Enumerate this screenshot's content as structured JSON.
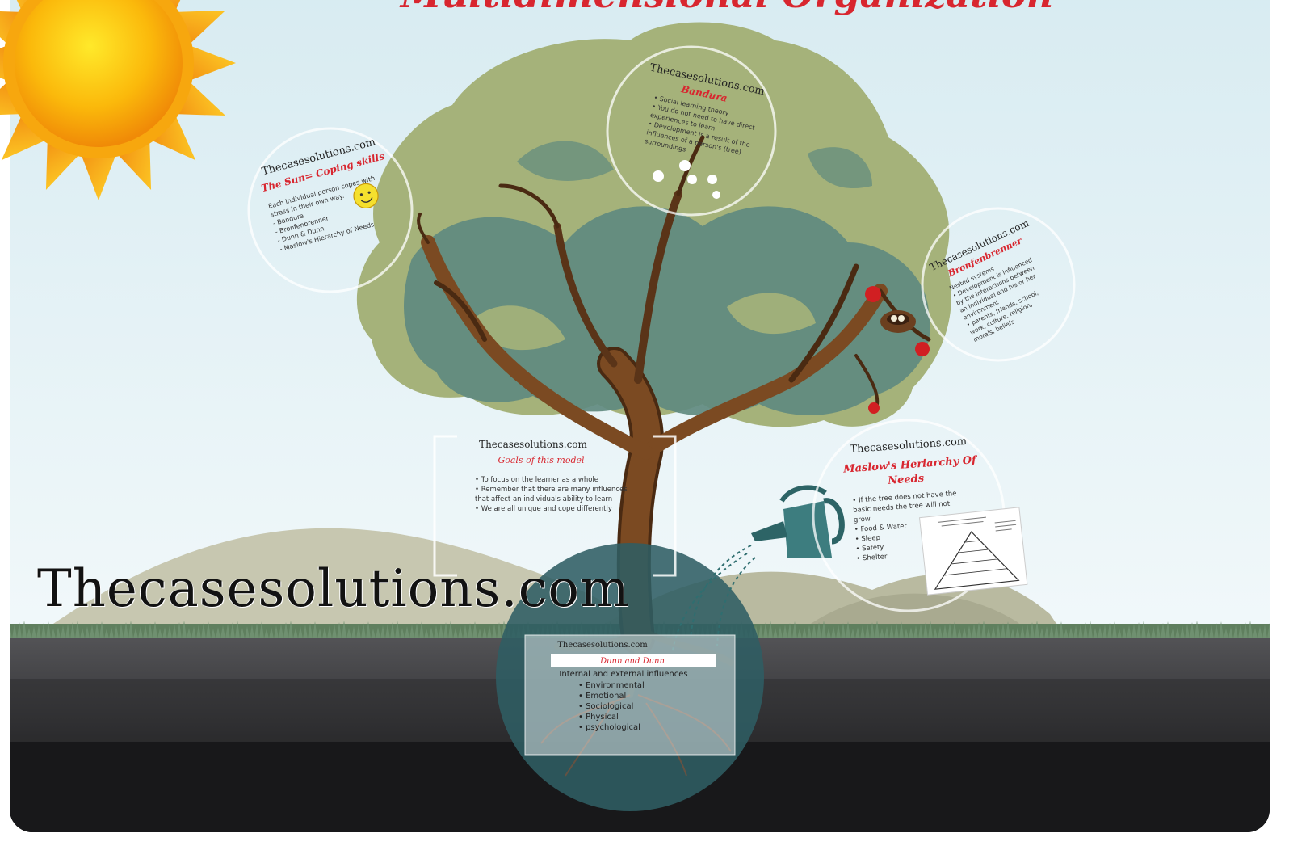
{
  "title": "Multidimensional Organization",
  "watermark": "Thecasesolutions.com",
  "colors": {
    "sky_top": "#dceef3",
    "sky_bottom": "#f3f9fb",
    "foliage_light": "#a8b47a",
    "foliage_dark": "#5e8a7f",
    "trunk": "#7b4a22",
    "accent_red": "#d8262f",
    "soil_dark": "#1c1c1e",
    "soil_mid": "#3c3c3f",
    "root_circle": "#2f5d63"
  },
  "bubbles": {
    "coping": {
      "site": "Thecasesolutions.com",
      "heading": "The Sun= Coping skills",
      "lines": [
        "Each individual person copes with",
        "stress in their own way.",
        "- Bandura",
        "- Bronfenbrenner",
        "- Dunn & Dunn",
        "- Maslow's Hierarchy of Needs"
      ],
      "icon": "smiley-sun-icon"
    },
    "bandura": {
      "site": "Thecasesolutions.com",
      "heading": "Bandura",
      "lines": [
        "• Social learning theory",
        "• You do not need to have direct",
        "  experiences to learn",
        "• Development is a result of the",
        "  influences of a person's (tree)",
        "  surroundings"
      ],
      "icon": "flower-blossoms-icon"
    },
    "bronfenbrenner": {
      "site": "Thecasesolutions.com",
      "heading": "Bronfenbrenner",
      "lines": [
        "Nested systems",
        "• Development is influenced",
        "  by the interactions between",
        "  an individual and his or her",
        "  environment",
        "• parents, friends, school,",
        "  work, culture, religion,",
        "  morals, beliefs"
      ]
    },
    "goals": {
      "site": "Thecasesolutions.com",
      "heading": "Goals of this model",
      "lines": [
        "• To focus on the learner as a whole",
        "• Remember that there are many influences",
        "  that affect an individuals ability to learn",
        "• We are all unique and cope differently"
      ]
    },
    "maslow": {
      "site": "Thecasesolutions.com",
      "heading_1": "Maslow's Heriarchy Of",
      "heading_2": "Needs",
      "lines": [
        "• If the tree does not have the",
        "  basic needs the tree will not",
        "  grow.",
        "• Food & Water",
        "• Sleep",
        "• Safety",
        "• Shelter"
      ],
      "icon": "pyramid-diagram-icon"
    },
    "dunn": {
      "site": "Thecasesolutions.com",
      "heading": "Dunn and Dunn",
      "intro": "Internal and external influences",
      "lines": [
        "• Environmental",
        "• Emotional",
        "• Sociological",
        "• Physical",
        "• psychological"
      ]
    }
  }
}
